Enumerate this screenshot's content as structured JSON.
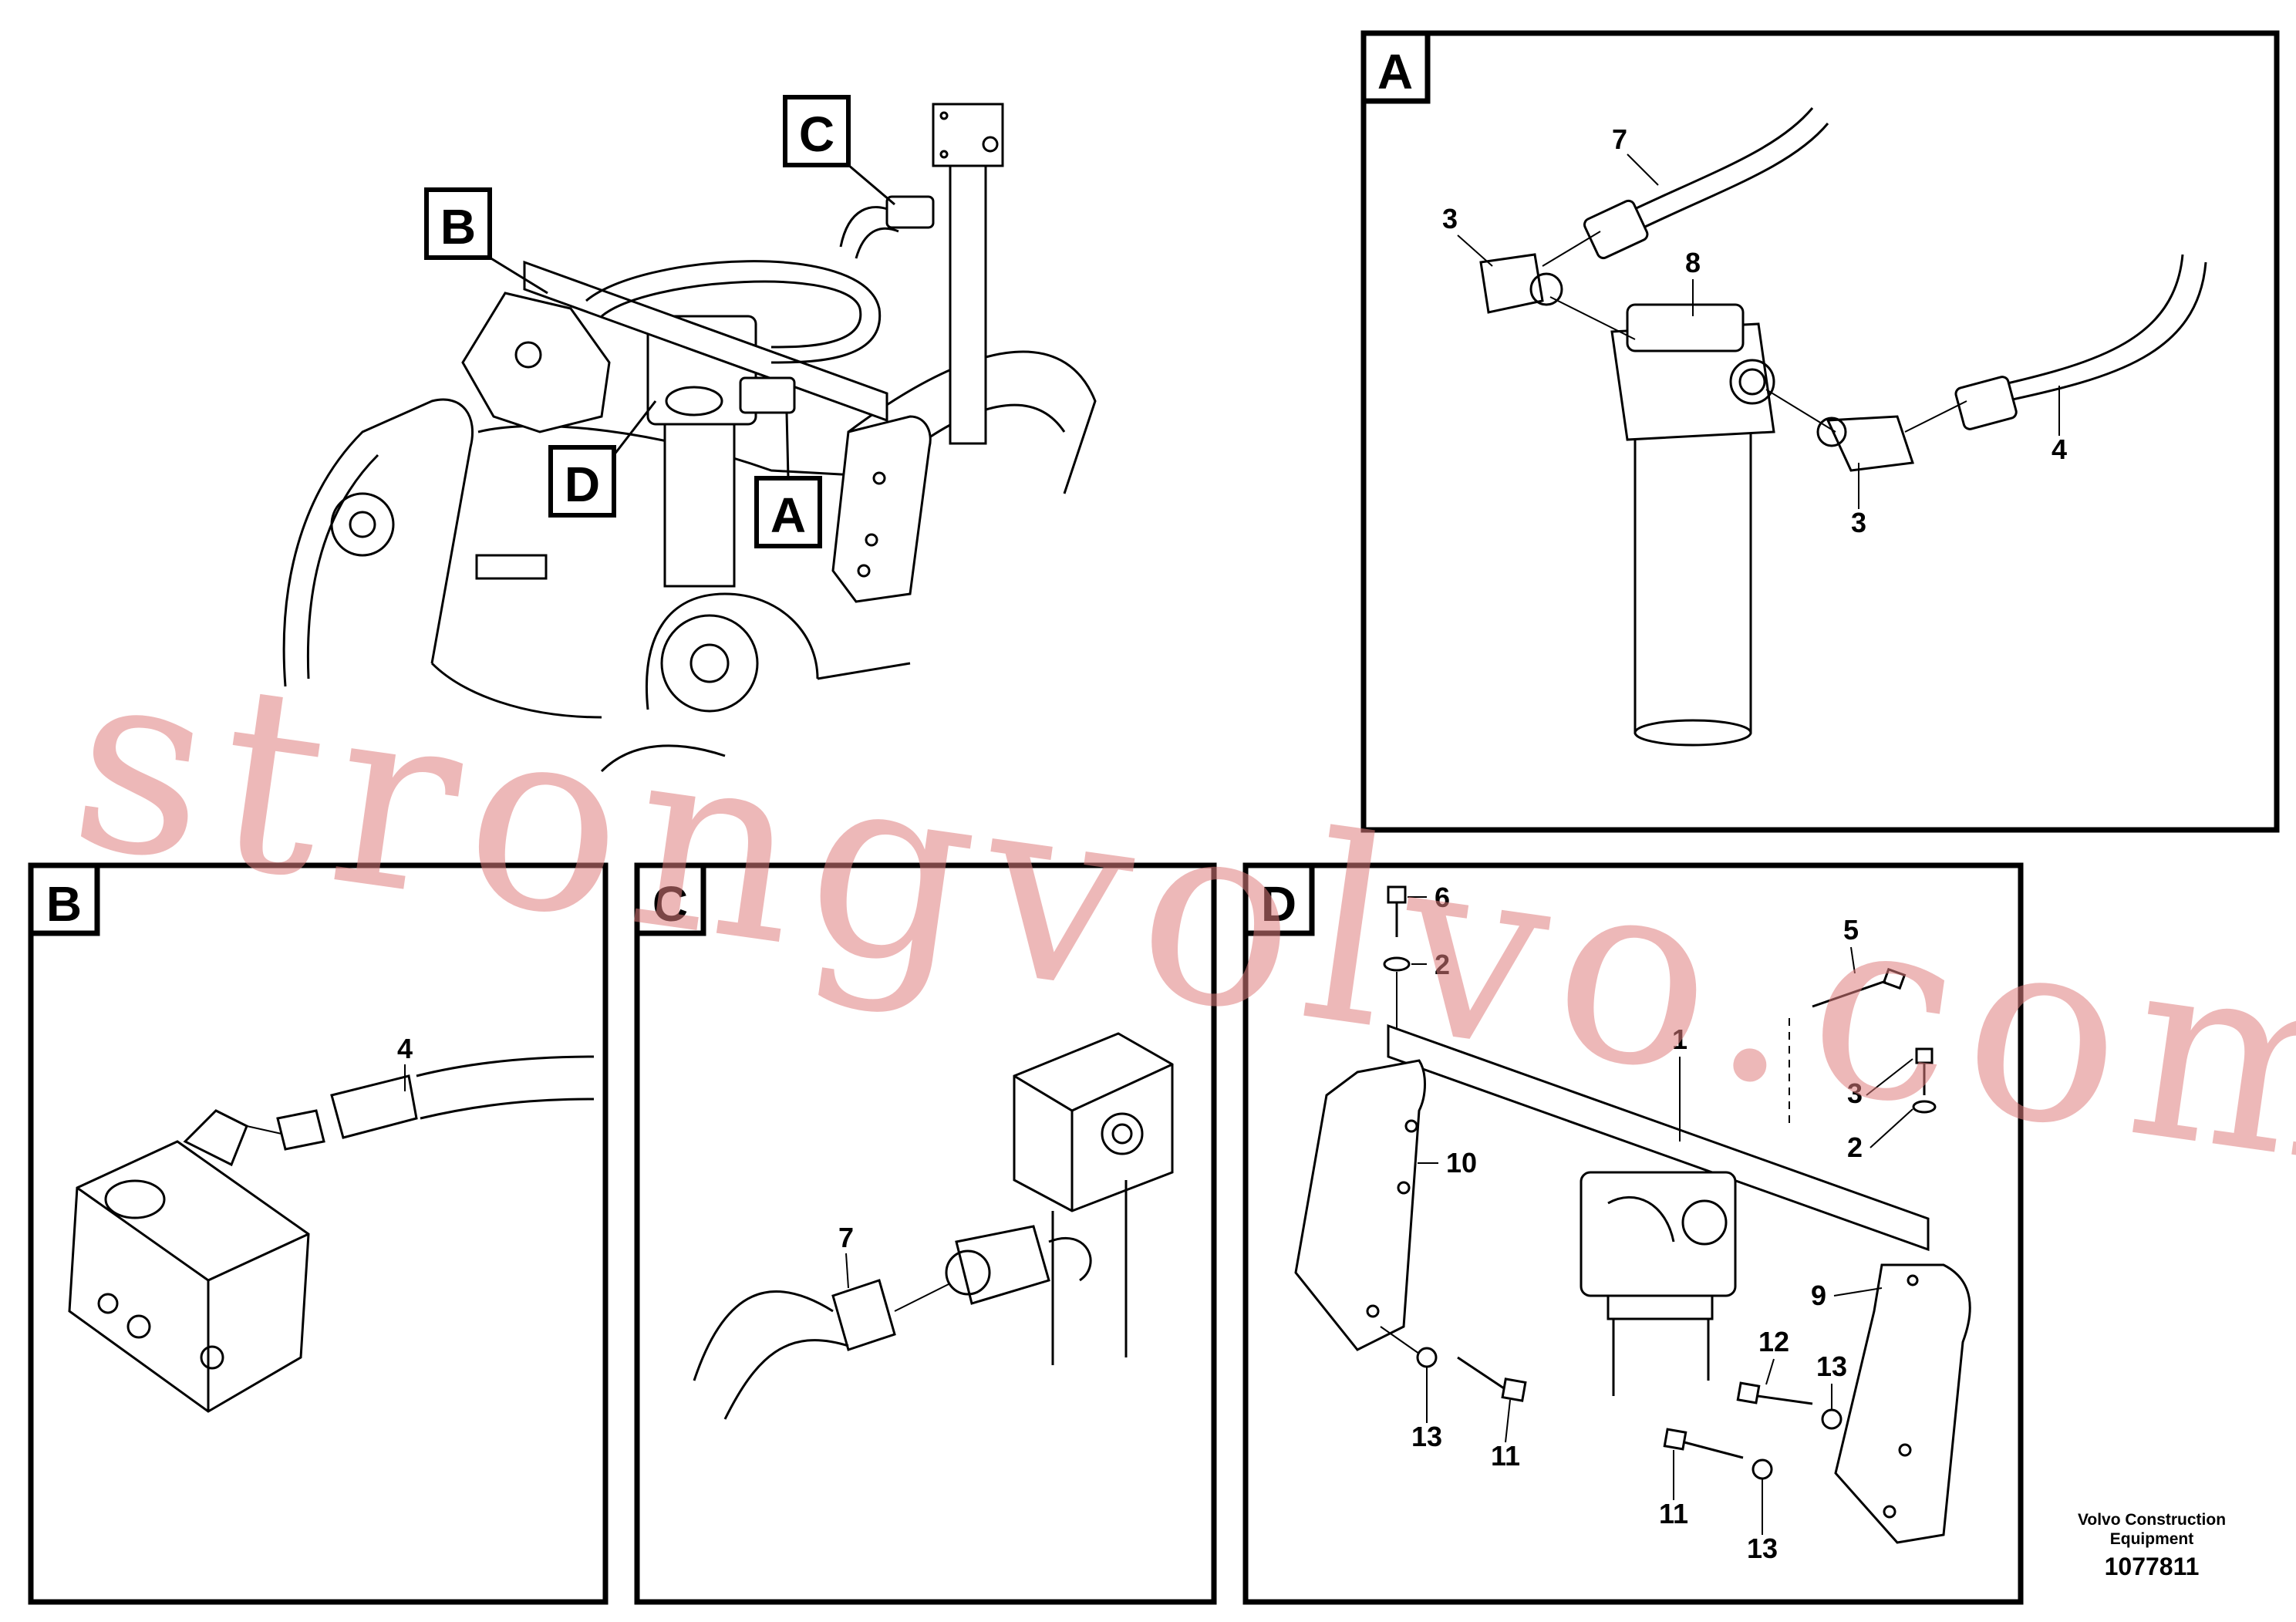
{
  "overview": {
    "callouts": [
      "C",
      "B",
      "D",
      "A"
    ]
  },
  "panels": {
    "A": {
      "tag": "A",
      "labels": [
        "7",
        "3",
        "8",
        "4",
        "3"
      ]
    },
    "B": {
      "tag": "B",
      "labels": [
        "4"
      ]
    },
    "C": {
      "tag": "C",
      "labels": [
        "7"
      ]
    },
    "D": {
      "tag": "D",
      "labels": [
        "6",
        "2",
        "5",
        "1",
        "3",
        "2",
        "10",
        "9",
        "12",
        "13",
        "13",
        "11",
        "11",
        "13"
      ]
    }
  },
  "footer": {
    "company_line1": "Volvo Construction",
    "company_line2": "Equipment",
    "drawing_number": "1077811"
  },
  "watermark": "strongvolvo.com"
}
